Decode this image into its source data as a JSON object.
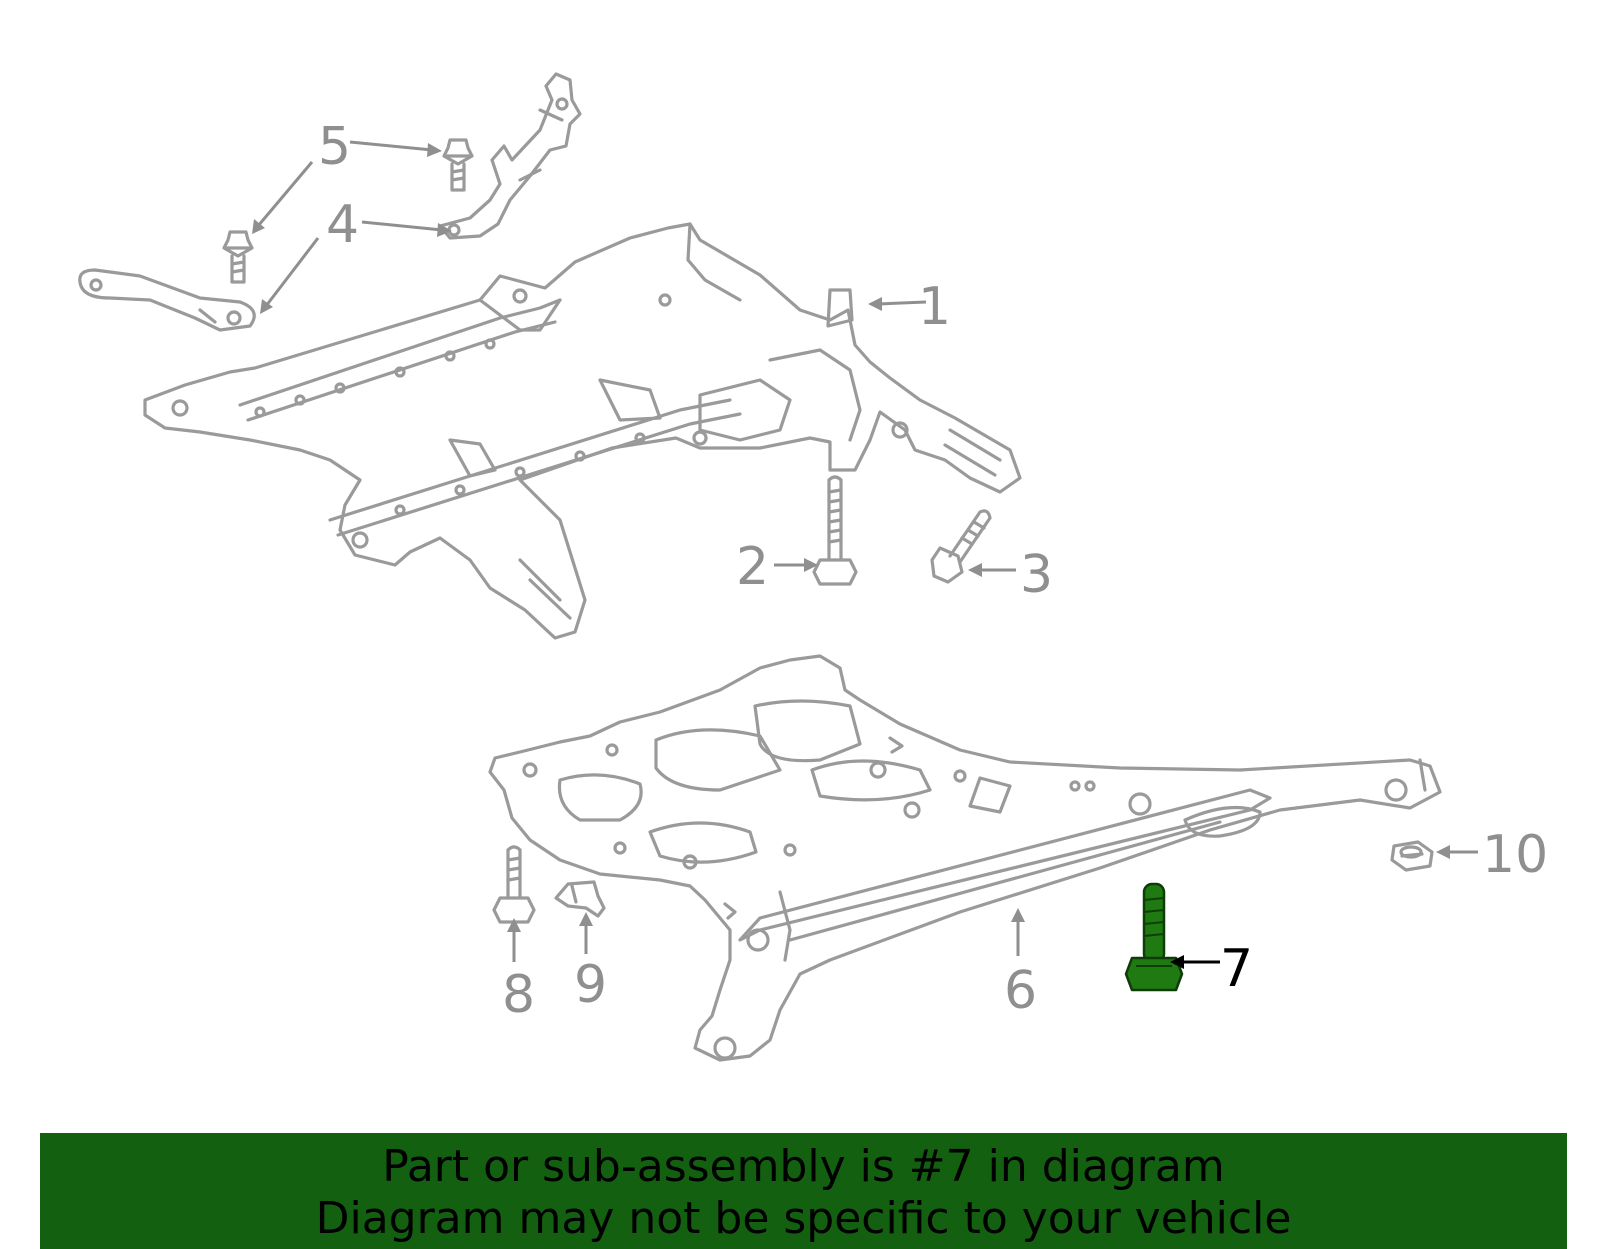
{
  "callouts": [
    {
      "id": "1",
      "label": "1"
    },
    {
      "id": "2",
      "label": "2"
    },
    {
      "id": "3",
      "label": "3"
    },
    {
      "id": "4",
      "label": "4"
    },
    {
      "id": "5",
      "label": "5"
    },
    {
      "id": "6",
      "label": "6"
    },
    {
      "id": "7",
      "label": "7",
      "highlighted": true
    },
    {
      "id": "8",
      "label": "8"
    },
    {
      "id": "9",
      "label": "9"
    },
    {
      "id": "10",
      "label": "10"
    }
  ],
  "highlight_color": "#1f7a12",
  "banner": {
    "line1": "Part or sub-assembly is #7 in diagram",
    "line2": "Diagram may not be specific to your vehicle",
    "background": "#136010"
  }
}
